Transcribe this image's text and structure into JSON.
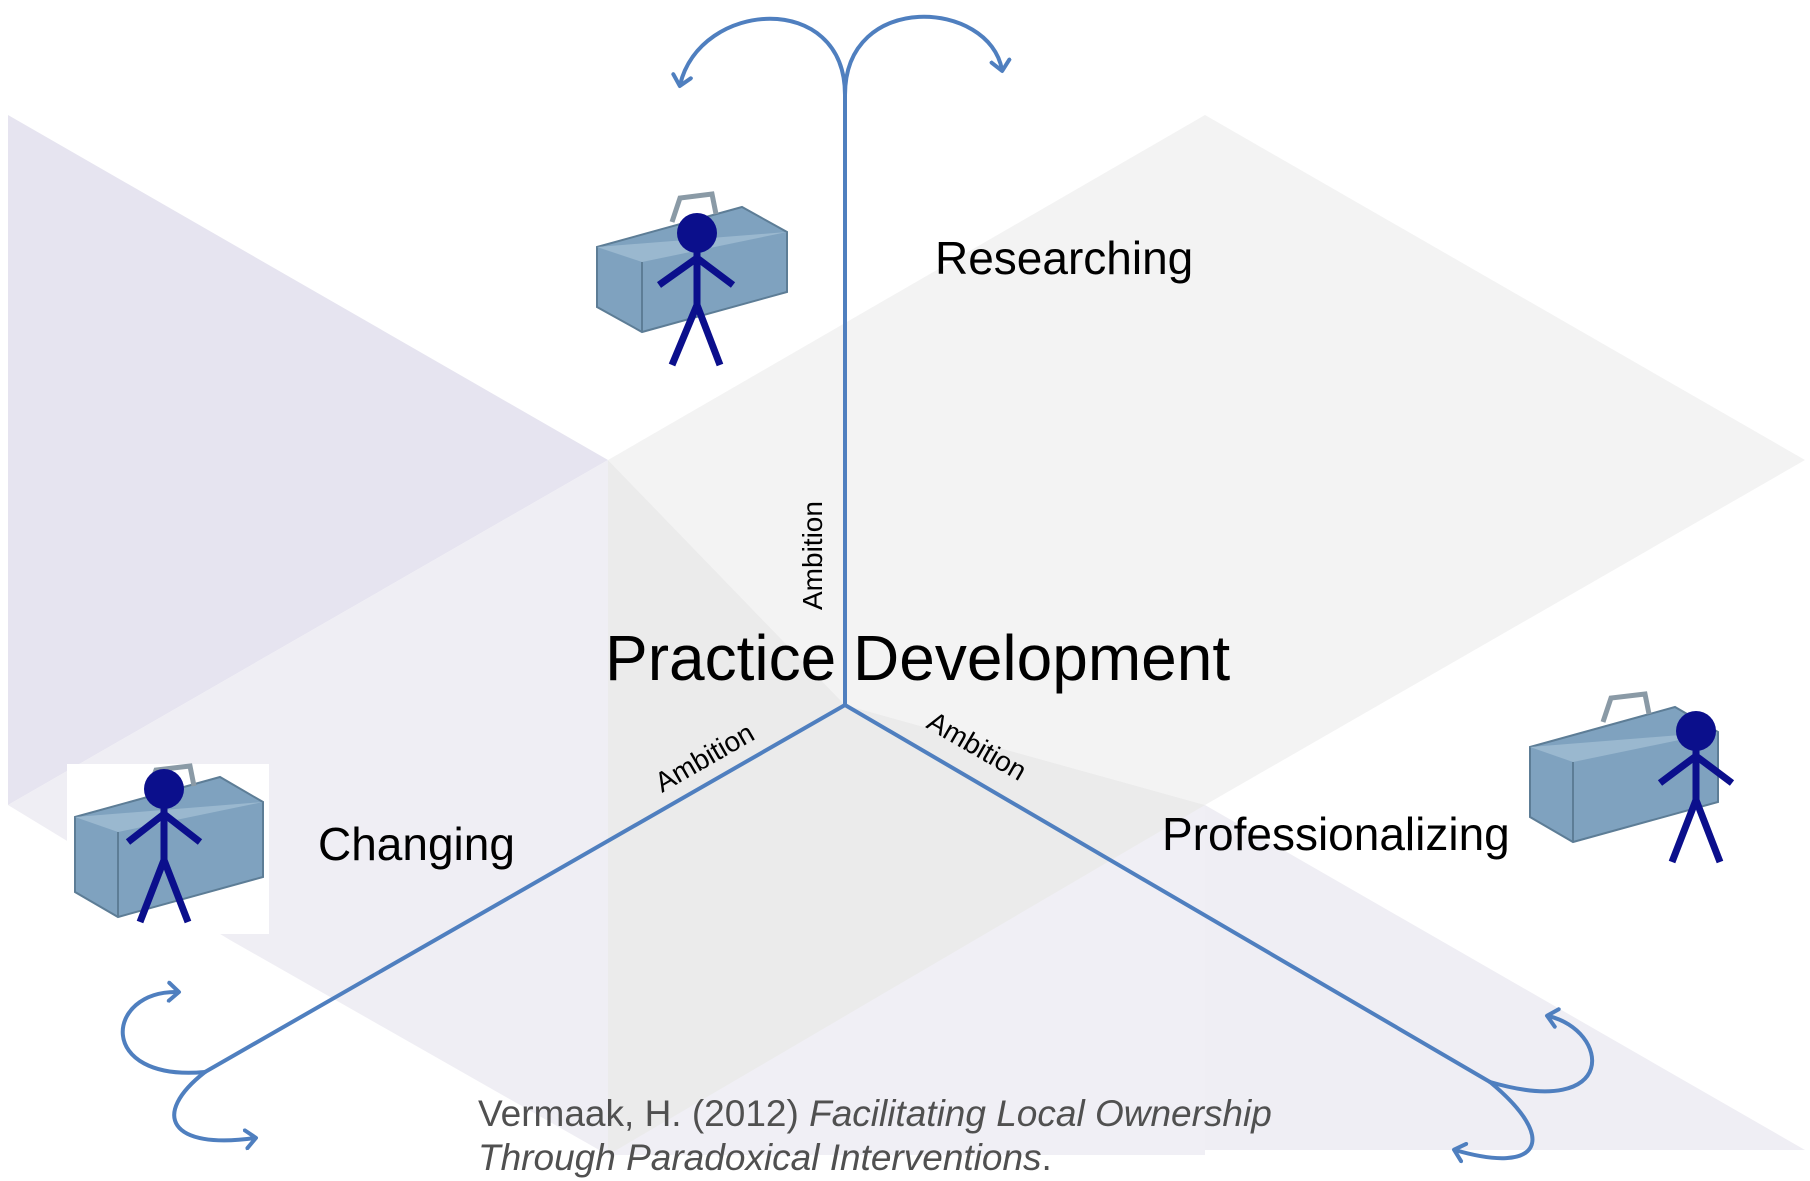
{
  "diagram": {
    "title_left": "Practice",
    "title_right": "Development",
    "perspectives": {
      "researching": "Researching",
      "changing": "Changing",
      "professionalizing": "Professionalizing"
    },
    "axis_label": "Ambition",
    "colors": {
      "axis": "#4f7fbf",
      "figure": "#0b0f8c",
      "toolbox": "#7fa2bf",
      "panel_lavender": "#e4e2ef",
      "panel_grey": "#ececec",
      "panel_light": "#f3f3f3"
    }
  },
  "citation": {
    "author": "Vermaak, H. (2012) ",
    "title_line1": "Facilitating Local Ownership",
    "title_line2": "Through Paradoxical Interventions",
    "end": "."
  }
}
